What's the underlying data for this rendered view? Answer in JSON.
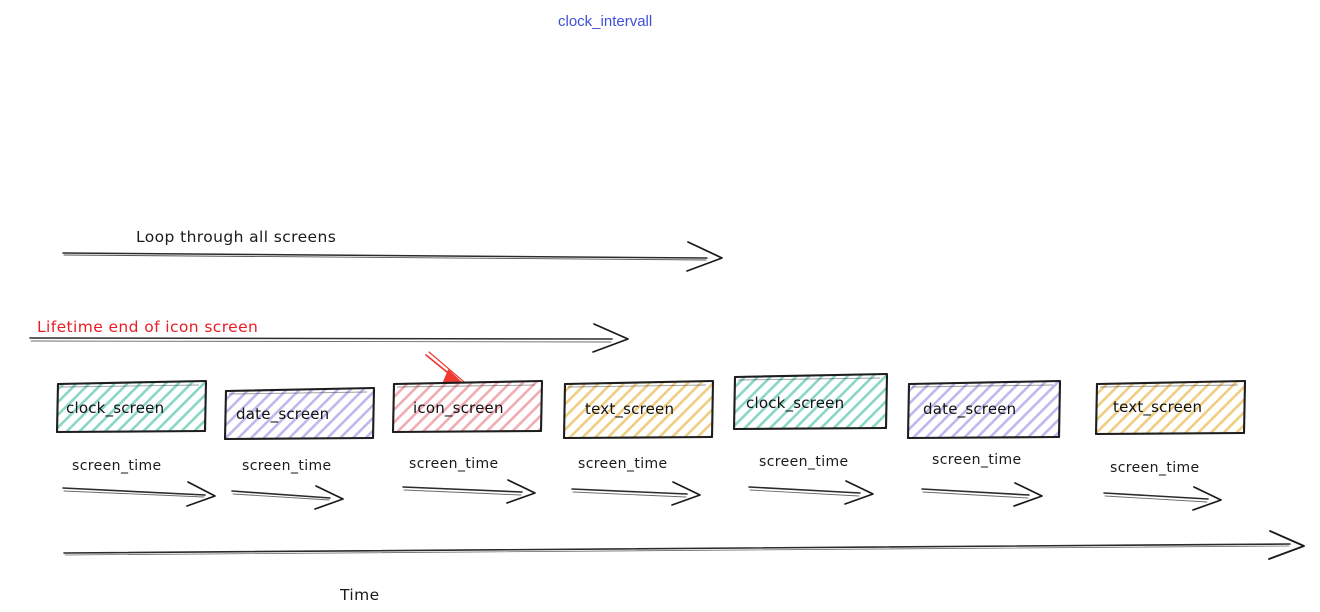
{
  "diagram": {
    "title": "clock_intervall",
    "title_color": "#3f51d6",
    "background": "#ffffff",
    "style": "hand-drawn sketch timeline"
  },
  "annotations": {
    "loop_label": "Loop through all screens",
    "lifetime_label": "Lifetime end of icon screen",
    "lifetime_color": "#ec1c24",
    "time_axis_label": "Time"
  },
  "screens": [
    {
      "label": "clock_screen",
      "color": "#3fbfa0",
      "duration_label": "screen_time"
    },
    {
      "label": "date_screen",
      "color": "#9b8ae0",
      "duration_label": "screen_time"
    },
    {
      "label": "icon_screen",
      "color": "#e8818a",
      "duration_label": "screen_time"
    },
    {
      "label": "text_screen",
      "color": "#e8b84b",
      "duration_label": "screen_time"
    },
    {
      "label": "clock_screen",
      "color": "#3fbfa0",
      "duration_label": "screen_time"
    },
    {
      "label": "date_screen",
      "color": "#9b8ae0",
      "duration_label": "screen_time"
    },
    {
      "label": "text_screen",
      "color": "#e8b84b",
      "duration_label": "screen_time"
    }
  ],
  "arrows": {
    "loop_arrow": "right-arrow",
    "lifetime_arrow": "right-arrow",
    "pointer_arrow": "red-diagonal-arrow-to-icon-screen",
    "time_arrow": "right-arrow"
  }
}
